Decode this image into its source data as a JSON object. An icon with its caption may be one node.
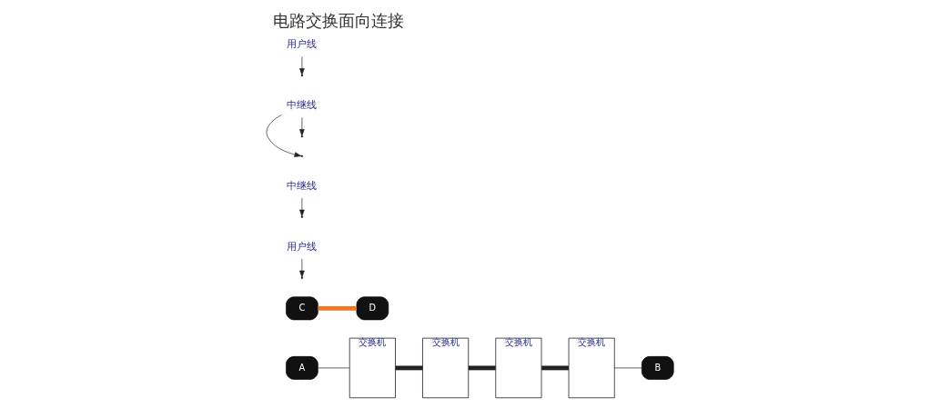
{
  "diagram": {
    "title": "电路交换面向连接",
    "nodes": [
      {
        "text": [
          "A"
        ]
      },
      {
        "text": [
          "C"
        ]
      },
      {
        "text": [
          "D"
        ]
      },
      {
        "text": [
          "交换机"
        ]
      },
      {
        "text": [
          "交换机"
        ]
      },
      {
        "text": [
          "交换机"
        ]
      },
      {
        "text": [
          "交换机"
        ]
      },
      {
        "text": [
          "B"
        ]
      },
      {
        "text": [
          "用户线"
        ]
      },
      {
        "text": [
          "中继线"
        ]
      },
      {
        "text": [
          "中继线"
        ]
      },
      {
        "text": [
          "用户线"
        ]
      }
    ],
    "edges": [
      {
        "from": 0,
        "to": 3,
        "arrow": "none"
      },
      {
        "from": 3,
        "to": 4,
        "arrow": "none",
        "style": "thick"
      },
      {
        "from": 4,
        "to": 5,
        "arrow": "none",
        "style": "thick"
      },
      {
        "from": 5,
        "to": 6,
        "arrow": "none",
        "style": "thick"
      },
      {
        "from": 6,
        "to": 7,
        "arrow": "none"
      },
      {
        "from": 1,
        "to": 2,
        "arrow": "none",
        "style": "thick",
        "color": "#f07820"
      },
      {
        "from": 8,
        "to": null,
        "arrow": "to"
      },
      {
        "from": 9,
        "to": null,
        "arrow": "to"
      },
      {
        "from": 10,
        "to": null,
        "arrow": "to"
      },
      {
        "from": 10,
        "to": null,
        "arrow": "to"
      },
      {
        "from": 11,
        "to": null,
        "arrow": "to"
      }
    ]
  }
}
